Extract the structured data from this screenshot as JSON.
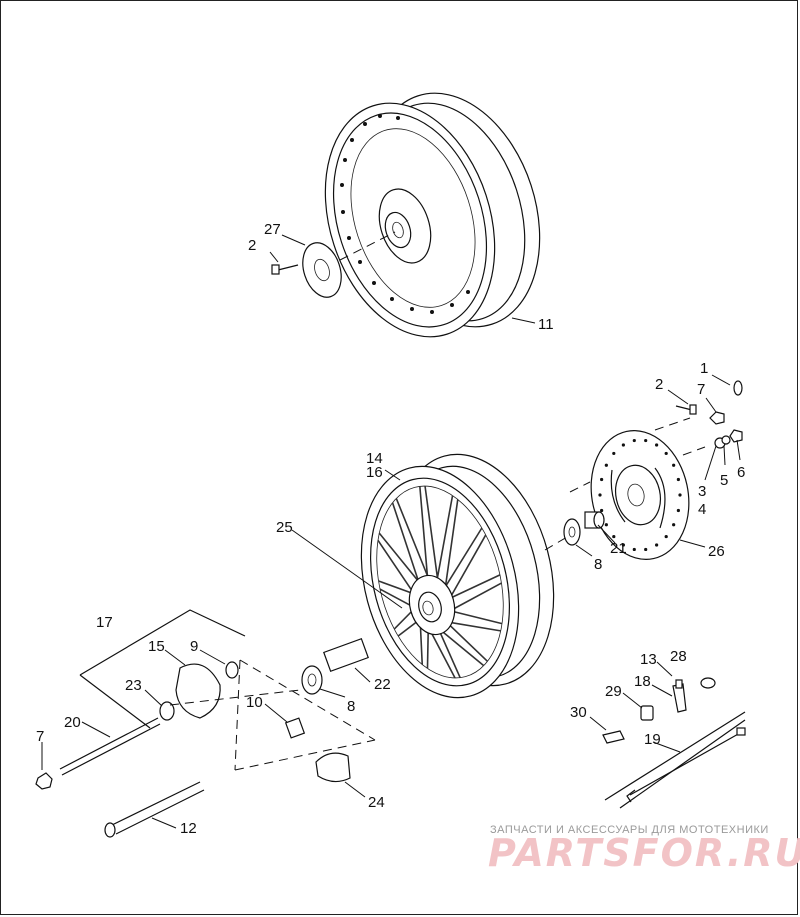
{
  "diagram": {
    "labels": {
      "p27": "27",
      "p2a": "2",
      "p11": "11",
      "p1": "1",
      "p2b": "2",
      "p7a": "7",
      "p6": "6",
      "p5": "5",
      "p3": "3",
      "p4": "4",
      "p14": "14",
      "p16": "16",
      "p25": "25",
      "p21": "21",
      "p26": "26",
      "p8a": "8",
      "p17": "17",
      "p15": "15",
      "p9": "9",
      "p23": "23",
      "p20": "20",
      "p7b": "7",
      "p10": "10",
      "p8b": "8",
      "p22": "22",
      "p24": "24",
      "p12": "12",
      "p13": "13",
      "p28": "28",
      "p18": "18",
      "p29": "29",
      "p30": "30",
      "p19": "19"
    }
  },
  "watermark": {
    "tagline": "ЗАПЧАСТИ И АКСЕССУАРЫ ДЛЯ МОТОТЕХНИКИ",
    "brand": "PARTSFOR.RU"
  },
  "colors": {
    "line": "#111111",
    "watermark_brand": "#f2c3c6",
    "watermark_text": "#9a9a9a"
  }
}
